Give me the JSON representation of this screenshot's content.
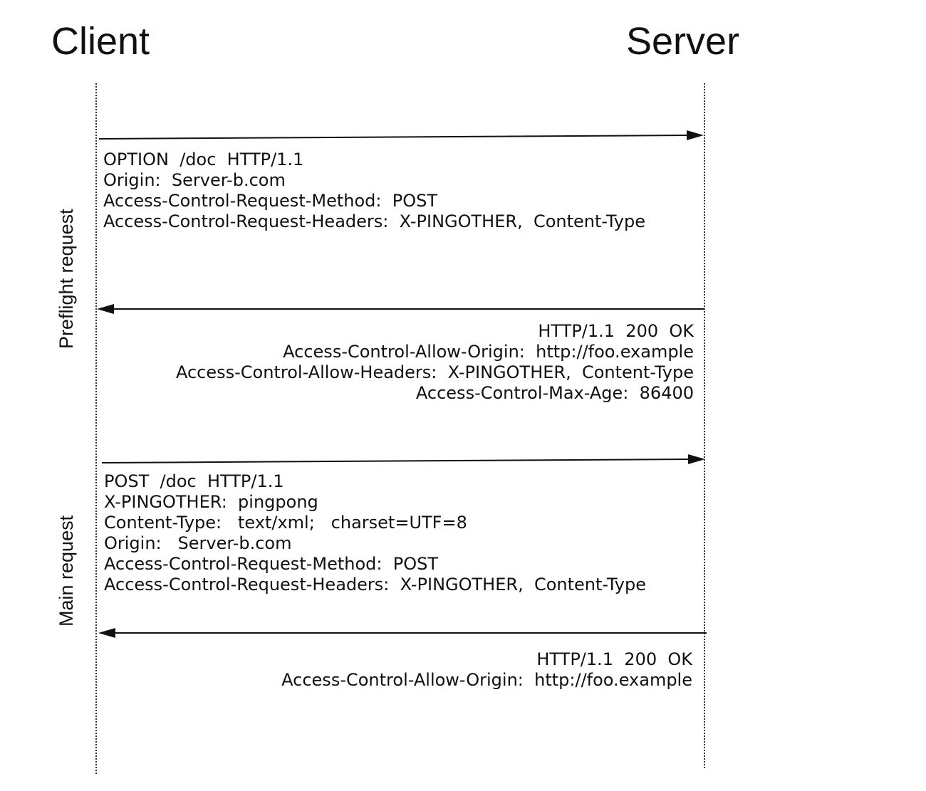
{
  "lanes": {
    "client": "Client",
    "server": "Server"
  },
  "phases": {
    "preflight": "Preflight request",
    "main": "Main request"
  },
  "messages": [
    {
      "direction": "client-to-server",
      "lines": [
        "OPTION  /doc  HTTP/1.1",
        "Origin:  Server-b.com",
        "Access-Control-Request-Method:  POST",
        "Access-Control-Request-Headers:  X-PINGOTHER,  Content-Type"
      ]
    },
    {
      "direction": "server-to-client",
      "lines": [
        "HTTP/1.1  200  OK",
        "Access-Control-Allow-Origin:  http://foo.example",
        "Access-Control-Allow-Headers:  X-PINGOTHER,  Content-Type",
        "Access-Control-Max-Age:  86400"
      ]
    },
    {
      "direction": "client-to-server",
      "lines": [
        "POST  /doc  HTTP/1.1",
        "X-PINGOTHER:  pingpong",
        "Content-Type:   text/xml;   charset=UTF=8",
        "Origin:   Server-b.com",
        "Access-Control-Request-Method:  POST",
        "Access-Control-Request-Headers:  X-PINGOTHER,  Content-Type"
      ]
    },
    {
      "direction": "server-to-client",
      "lines": [
        "HTTP/1.1  200  OK",
        "Access-Control-Allow-Origin:  http://foo.example"
      ]
    }
  ]
}
